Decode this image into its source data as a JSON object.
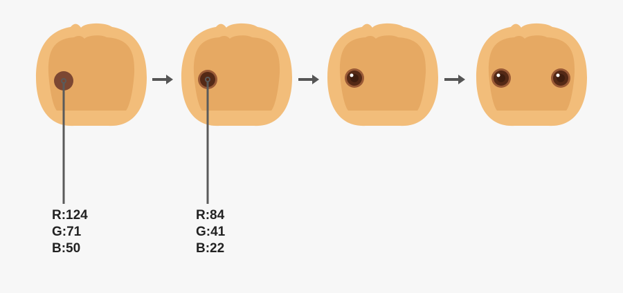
{
  "colors": {
    "background": "#f7f7f7",
    "head_outer": "#f2bd7a",
    "head_inner": "#e6a963",
    "eye_step1": "#7c4732",
    "eye_step2": "#542916",
    "eye_pupil": "#3e1d0f",
    "eye_ring": "#9a5a36",
    "eye_highlight": "#ffffff",
    "pointer_line": "#5a5a5a",
    "arrow": "#555555",
    "text": "#222222"
  },
  "steps": [
    {
      "id": "step-1",
      "eyes": "single-flat"
    },
    {
      "id": "step-2",
      "eyes": "single-dark"
    },
    {
      "id": "step-3",
      "eyes": "single-highlight"
    },
    {
      "id": "step-4",
      "eyes": "pair-highlight"
    }
  ],
  "labels": [
    {
      "r": "R:124",
      "g": "G:71",
      "b": "B:50"
    },
    {
      "r": "R:84",
      "g": "G:41",
      "b": "B:22"
    }
  ],
  "icons": [
    "arrow-right-icon",
    "arrow-right-icon",
    "arrow-right-icon"
  ]
}
